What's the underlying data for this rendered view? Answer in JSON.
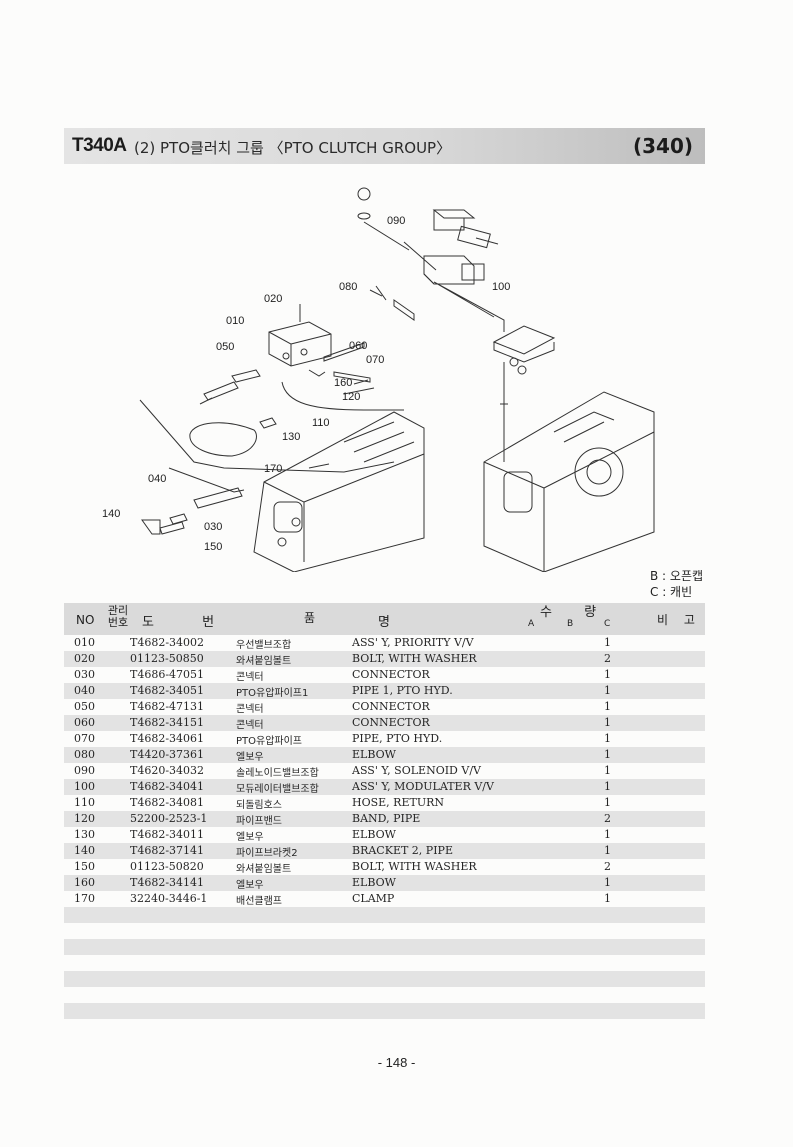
{
  "header": {
    "model": "T340A",
    "title": "(2) PTO클러치 그룹 〈PTO CLUTCH GROUP〉",
    "page_code": "(340)"
  },
  "diagram": {
    "callouts": [
      "090",
      "100",
      "080",
      "020",
      "010",
      "060",
      "050",
      "070",
      "160",
      "120",
      "110",
      "130",
      "170",
      "040",
      "140",
      "030",
      "150"
    ]
  },
  "legend": {
    "b": "B : 오픈캡",
    "c": "C : 캐빈"
  },
  "table": {
    "headers": {
      "no": "NO",
      "mgmt": "관리번호",
      "part_no": "도 번",
      "name_pum": "품",
      "name_myeong": "명",
      "qty": "수 량",
      "a": "A",
      "b": "B",
      "c": "C",
      "remark": "비 고"
    },
    "rows": [
      {
        "no": "010",
        "part": "T4682-34002",
        "kor": "우선밸브조합",
        "eng": "ASS' Y, PRIORITY V/V",
        "qty": "1"
      },
      {
        "no": "020",
        "part": "01123-50850",
        "kor": "와셔붙임볼트",
        "eng": "BOLT, WITH WASHER",
        "qty": "2"
      },
      {
        "no": "030",
        "part": "T4686-47051",
        "kor": "콘넥터",
        "eng": "CONNECTOR",
        "qty": "1"
      },
      {
        "no": "040",
        "part": "T4682-34051",
        "kor": "PTO유압파이프1",
        "eng": "PIPE 1, PTO HYD.",
        "qty": "1"
      },
      {
        "no": "050",
        "part": "T4682-47131",
        "kor": "콘넥터",
        "eng": "CONNECTOR",
        "qty": "1"
      },
      {
        "no": "060",
        "part": "T4682-34151",
        "kor": "콘넥터",
        "eng": "CONNECTOR",
        "qty": "1"
      },
      {
        "no": "070",
        "part": "T4682-34061",
        "kor": "PTO유압파이프",
        "eng": "PIPE, PTO HYD.",
        "qty": "1"
      },
      {
        "no": "080",
        "part": "T4420-37361",
        "kor": "엘보우",
        "eng": "ELBOW",
        "qty": "1"
      },
      {
        "no": "090",
        "part": "T4620-34032",
        "kor": "솔레노이드밸브조합",
        "eng": "ASS' Y, SOLENOID V/V",
        "qty": "1"
      },
      {
        "no": "100",
        "part": "T4682-34041",
        "kor": "모듀레이터밸브조합",
        "eng": "ASS' Y, MODULATER V/V",
        "qty": "1"
      },
      {
        "no": "110",
        "part": "T4682-34081",
        "kor": "되돌림호스",
        "eng": "HOSE, RETURN",
        "qty": "1"
      },
      {
        "no": "120",
        "part": "52200-2523-1",
        "kor": "파이프밴드",
        "eng": "BAND, PIPE",
        "qty": "2"
      },
      {
        "no": "130",
        "part": "T4682-34011",
        "kor": "엘보우",
        "eng": "ELBOW",
        "qty": "1"
      },
      {
        "no": "140",
        "part": "T4682-37141",
        "kor": "파이프브라켓2",
        "eng": "BRACKET 2, PIPE",
        "qty": "1"
      },
      {
        "no": "150",
        "part": "01123-50820",
        "kor": "와셔붙임볼트",
        "eng": "BOLT, WITH WASHER",
        "qty": "2"
      },
      {
        "no": "160",
        "part": "T4682-34141",
        "kor": "엘보우",
        "eng": "ELBOW",
        "qty": "1"
      },
      {
        "no": "170",
        "part": "32240-3446-1",
        "kor": "배선클램프",
        "eng": "CLAMP",
        "qty": "1"
      }
    ]
  },
  "footer": {
    "page_number": "- 148 -"
  }
}
